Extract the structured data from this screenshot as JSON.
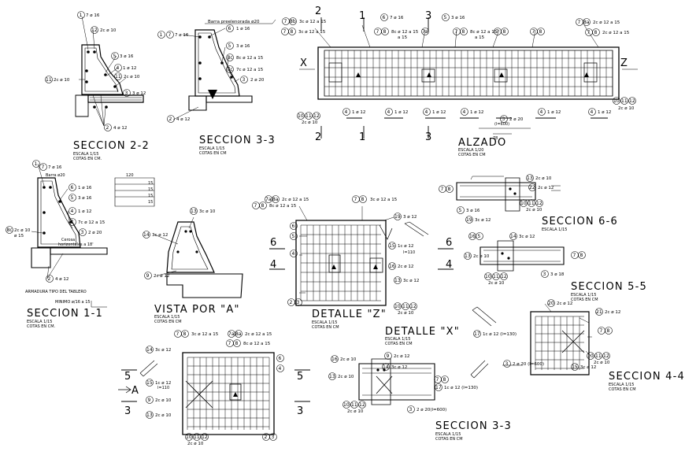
{
  "titles": {
    "s22": {
      "title": "SECCION 2-2",
      "scale": "ESCALA 1/15",
      "units": "COTAS EN CM."
    },
    "s33a": {
      "title": "SECCION 3-3",
      "scale": "ESCALA 1/15",
      "units": "COTAS EN CM"
    },
    "alzado": {
      "title": "ALZADO",
      "scale": "ESCALA 1/20",
      "units": "COTAS EN CM"
    },
    "s11": {
      "title": "SECCION 1-1",
      "scale": "ESCALA 1/15",
      "units": "COTAS EN CM."
    },
    "vistaA": {
      "title": "VISTA POR \"A\"",
      "scale": "ESCALA 1/15",
      "units": "COTAS EN CM"
    },
    "detZ": {
      "title": "DETALLE \"Z\"",
      "scale": "ESCALA 1/15",
      "units": "COTAS EN CM"
    },
    "detX": {
      "title": "DETALLE \"X\"",
      "scale": "ESCALA 1/15",
      "units": "COTAS EN CM"
    },
    "s66": {
      "title": "SECCION 6-6",
      "scale": "ESCALA 1/15"
    },
    "s55": {
      "title": "SECCION 5-5",
      "scale": "ESCALA 1/15",
      "units": "COTAS EN CM"
    },
    "s44": {
      "title": "SECCION 4-4",
      "scale": "ESCALA 1/15",
      "units": "COTAS EN CM"
    },
    "s33b": {
      "title": "SECCION 3-3",
      "scale": "ESCALA 1/15",
      "units": "COTAS EN CM"
    }
  },
  "notes": {
    "barra_pre": "Barra preelenorada ø20",
    "barra_20": "Barra ø20",
    "cerosa": "Cerosa",
    "horizontales": "horizontales a 18'",
    "armadura": "ARMADURA TIPO DEL TABLERO",
    "minimo": "MINIMO ø/16 a 15",
    "dim_120": "120",
    "dim_15": "15",
    "dim_1110": "l=110",
    "dim_1130": "(l=130)",
    "dim_600": "(l=600)",
    "dim_78": "78",
    "ref_6": "6",
    "ref_4": "4",
    "ref_5": "5",
    "ref_3": "3",
    "ref_2": "2",
    "ref_1": "1",
    "ref_x": "X",
    "ref_z": "Z",
    "ref_a": "A"
  },
  "rebar": {
    "r7_16": "7 ø 16",
    "r12_10": "2c ø 10",
    "r5_16": "3 ø 16",
    "r4_12": "1 ø 12",
    "r11_10": "2c ø 10",
    "r3_12": "3 ø 12",
    "r2_12": "4 ø 12",
    "r7a": "7 ø 16",
    "r6_16": "1 ø 16",
    "r5b": "3 ø 16",
    "r8c": "8c ø 12 a 15",
    "r7b": "7c ø 12 a 15",
    "r3_20": "2 ø 20",
    "r2b": "4 ø 12",
    "alz_top1": "7 ø 16",
    "alz_top2": "3c ø 12 a 15",
    "alz_top3": "8c ø 12 a 15",
    "alz_top4": "3 ø 16",
    "alz_top5": "a 15",
    "alz_top6": "2c ø 12 a 15",
    "alz_bot1": "1 ø 12",
    "alz_bot2": "2 ø 20",
    "alz_bot3": "2c ø 10",
    "s11_b": "2c ø 10",
    "s11_c": "ø 15",
    "vA_1": "3c ø 10",
    "vA_2": "3c ø 12",
    "vA_3": "2c ø 12",
    "z_1": "2c ø 12 a 15",
    "z_2": "8c ø 12 a 15",
    "z_3": "3c ø 12 a 15",
    "z_4": "3 ø 12",
    "z_5": "1c ø 12",
    "z_6": "2c ø 12",
    "z_7": "3c ø 12",
    "z_8": "2c ø 10",
    "s66_1": "2c ø 10",
    "s66_2": "2c ø 12",
    "s66_3": "3 ø 16",
    "s66_4": "3c ø 12",
    "s66_5": "2c ø 10",
    "s55_1": "3c ø 12",
    "s55_2": "2c ø 10",
    "s55_3": "3 ø 18",
    "s44_1": "2c ø 12",
    "s44_2": "1c ø 12 (l=130)",
    "s44_3": "2 ø 20 (l=600)",
    "s44_4": "3c ø 12",
    "s44_5": "2c ø 10",
    "x_1": "3c ø 12",
    "x_2": "1c ø 12",
    "x_3": "2c ø 10",
    "x_4": "2c ø 12 a 15",
    "x_5": "8c ø 12 a 15",
    "x_6": "3c ø 12 a 15",
    "x_7": "2c ø 10",
    "s33b_1": "2c ø 10",
    "s33b_2": "3c ø 12",
    "s33b_3": "2c ø 10",
    "s33b_4": "1c ø 12 (l=130)",
    "s33b_5": "2 ø 20(l=600)",
    "s33b_6": "2c ø 12"
  }
}
